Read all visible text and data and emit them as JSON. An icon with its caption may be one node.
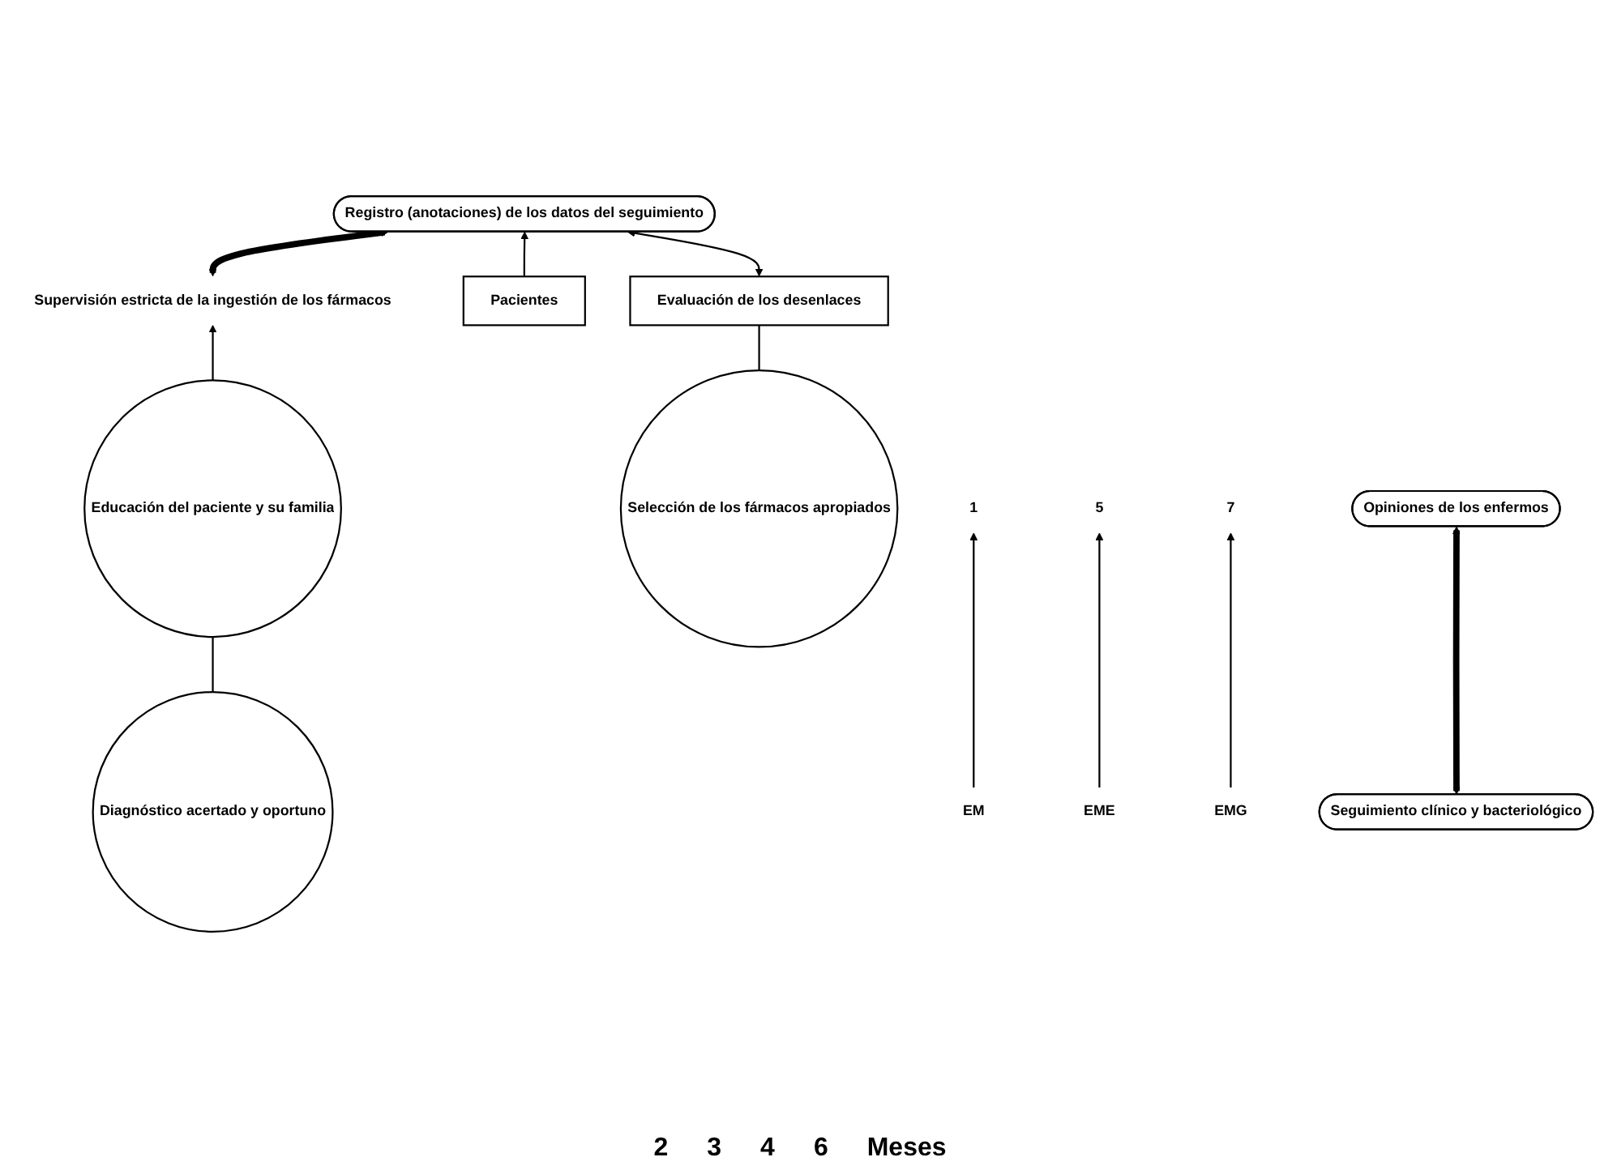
{
  "diagram": {
    "nodes": [
      {
        "text": [
          "Diagnóstico acertado y oportuno"
        ]
      },
      {
        "text": [
          "Educación del paciente y su familia"
        ]
      },
      {
        "text": [
          "Supervisión estricta de la ingestión de los fármacos"
        ]
      },
      {
        "text": [
          "Selección de los fármacos apropiados"
        ]
      },
      {
        "text": [
          "Registro (anotaciones) de los datos del seguimiento"
        ]
      },
      {
        "text": [
          "Pacientes"
        ]
      },
      {
        "text": [
          "Evaluación de los desenlaces"
        ]
      },
      {
        "text": [
          "1"
        ]
      },
      {
        "text": [
          "5"
        ]
      },
      {
        "text": [
          "7"
        ]
      },
      {
        "text": [
          "EM"
        ]
      },
      {
        "text": [
          "EME"
        ]
      },
      {
        "text": [
          "EMG"
        ]
      },
      {
        "text": [
          "Seguimiento clínico y bacteriológico"
        ]
      },
      {
        "text": [
          "Opiniones de los enfermos"
        ]
      }
    ],
    "edges": [
      {
        "from": 0,
        "to": 1,
        "arrow": "none"
      },
      {
        "from": 1,
        "to": 2,
        "arrow": "to"
      },
      {
        "from": 2,
        "to": 4,
        "arrow": "both",
        "style": "thick"
      },
      {
        "from": 5,
        "to": 4,
        "arrow": "to"
      },
      {
        "from": 6,
        "to": 4,
        "arrow": "both"
      },
      {
        "from": 10,
        "to": 7,
        "arrow": "to"
      },
      {
        "from": 11,
        "to": 8,
        "arrow": "to"
      },
      {
        "from": 12,
        "to": 9,
        "arrow": "to"
      },
      {
        "from": 13,
        "to": 14,
        "arrow": "both",
        "style": "thick"
      },
      {
        "from": 3,
        "to": 6,
        "arrow": "none"
      }
    ],
    "labels": [
      "2",
      "3",
      "4",
      "6",
      "Meses"
    ]
  }
}
